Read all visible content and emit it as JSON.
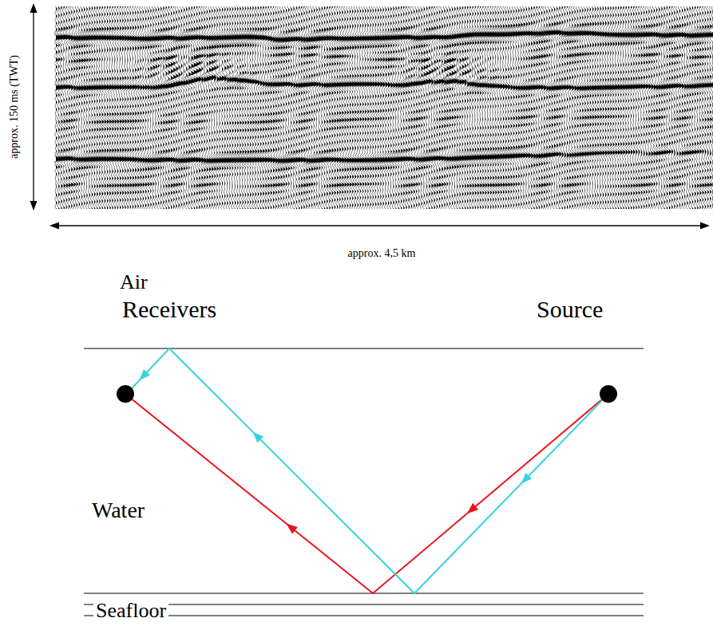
{
  "diagram": {
    "labels": [
      "approx. 150 ms (TWT)",
      "approx. 4,5 km",
      "Air",
      "Receivers",
      "Source",
      "Water",
      "Seafloor"
    ]
  }
}
